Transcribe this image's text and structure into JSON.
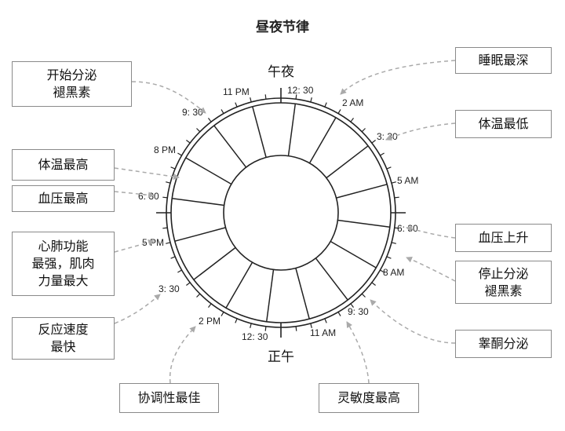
{
  "title": "昼夜节律",
  "clock": {
    "top_label": "午夜",
    "bottom_label": "正午",
    "time_labels": {
      "t1230am": "12: 30",
      "t2am": "2 AM",
      "t330am": "3: 30",
      "t5am": "5 AM",
      "t630am": "6: 30",
      "t8am": "8 AM",
      "t930am": "9: 30",
      "t11am": "11 AM",
      "t1230pm": "12: 30",
      "t2pm": "2 PM",
      "t330pm": "3: 30",
      "t5pm": "5 PM",
      "t630pm": "6: 30",
      "t8pm": "8 PM",
      "t930pm": "9: 30",
      "t11pm": "11 PM"
    }
  },
  "events": {
    "melatonin_start": [
      "开始分泌",
      "褪黑素"
    ],
    "sleep_deepest": [
      "睡眠最深"
    ],
    "temp_lowest": [
      "体温最低"
    ],
    "temp_highest": [
      "体温最高"
    ],
    "bp_highest": [
      "血压最高"
    ],
    "cardio_best": [
      "心肺功能",
      "最强，肌肉",
      "力量最大"
    ],
    "reaction_fastest": [
      "反应速度",
      "最快"
    ],
    "coordination_best": [
      "协调性最佳"
    ],
    "alertness_highest": [
      "灵敏度最高"
    ],
    "testosterone": [
      "睾酮分泌"
    ],
    "melatonin_stop": [
      "停止分泌",
      "褪黑素"
    ],
    "bp_rise": [
      "血压上升"
    ]
  },
  "colors": {
    "ring": "#222222",
    "arrow": "#aaaaaa",
    "box_border": "#8a8a8a"
  }
}
